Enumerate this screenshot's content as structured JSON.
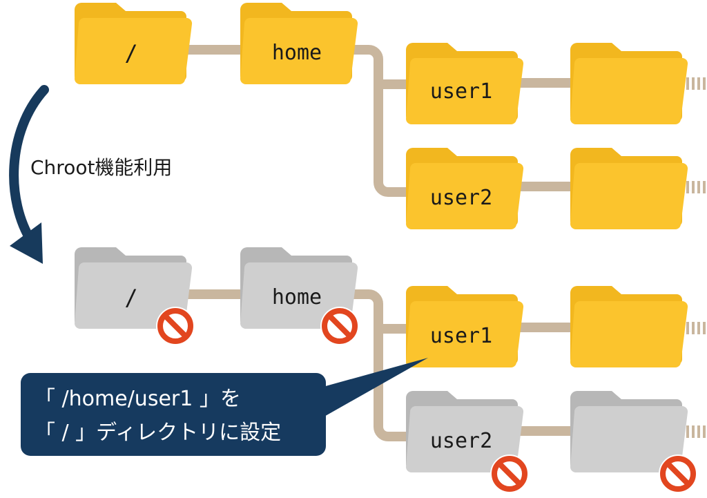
{
  "caption": "Chroot機能利用",
  "callout": {
    "line1": "「 /home/user1 」を",
    "line2": "「 / 」ディレクトリに設定"
  },
  "before": {
    "root": "/",
    "home": "home",
    "user1": "user1",
    "user2": "user2"
  },
  "after": {
    "root": "/",
    "home": "home",
    "user1": "user1",
    "user2": "user2"
  },
  "colors": {
    "folder_active": "#FBC42D",
    "folder_active_back": "#F2B71F",
    "folder_inactive": "#CFCFCF",
    "folder_inactive_back": "#B7B7B7",
    "connector": "#C9B69E",
    "arrow": "#173A5C",
    "callout_bg": "#163A5F",
    "no_entry_red": "#E2461F"
  }
}
